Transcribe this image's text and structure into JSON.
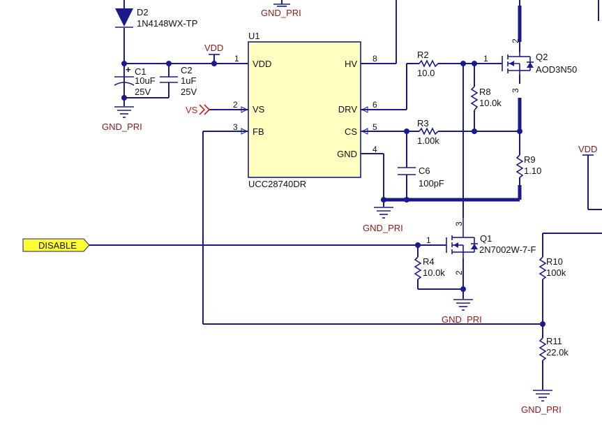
{
  "ic": {
    "ref": "U1",
    "part": "UCC28740DR",
    "fill": "#ffffc0",
    "pins": {
      "vdd": {
        "num": "1",
        "name": "VDD"
      },
      "vs": {
        "num": "2",
        "name": "VS"
      },
      "fb": {
        "num": "3",
        "name": "FB"
      },
      "hv": {
        "num": "8",
        "name": "HV"
      },
      "drv": {
        "num": "6",
        "name": "DRV"
      },
      "cs": {
        "num": "5",
        "name": "CS"
      },
      "gnd": {
        "num": "4",
        "name": "GND"
      }
    }
  },
  "components": {
    "d2": {
      "ref": "D2",
      "value": "1N4148WX-TP"
    },
    "c1": {
      "ref": "C1",
      "value": "10uF",
      "voltage": "25V",
      "polarity": "+"
    },
    "c2": {
      "ref": "C2",
      "value": "1uF",
      "voltage": "25V"
    },
    "r2": {
      "ref": "R2",
      "value": "10.0"
    },
    "r3": {
      "ref": "R3",
      "value": "1.00k"
    },
    "r8": {
      "ref": "R8",
      "value": "10.0k"
    },
    "r9": {
      "ref": "R9",
      "value": "1.10"
    },
    "c6": {
      "ref": "C6",
      "value": "100pF"
    },
    "r4": {
      "ref": "R4",
      "value": "10.0k"
    },
    "r10": {
      "ref": "R10",
      "value": "100k"
    },
    "r11": {
      "ref": "R11",
      "value": "22.0k"
    },
    "q1": {
      "ref": "Q1",
      "value": "2N7002W-7-F",
      "pin_gate": "1",
      "pin_drain": "3",
      "pin_source": "2"
    },
    "q2": {
      "ref": "Q2",
      "value": "AOD3N50",
      "pin_gate": "1",
      "pin_drain": "2",
      "pin_source": "3"
    }
  },
  "nets": {
    "gnd_pri": "GND_PRI",
    "vdd": "VDD",
    "vs": "VS",
    "disable": "DISABLE"
  },
  "colors": {
    "wire": "#1a1a8c",
    "power_label": "#8b1a1a",
    "signal_label": "#cc1f1f",
    "port_fill": "#ffff33"
  }
}
